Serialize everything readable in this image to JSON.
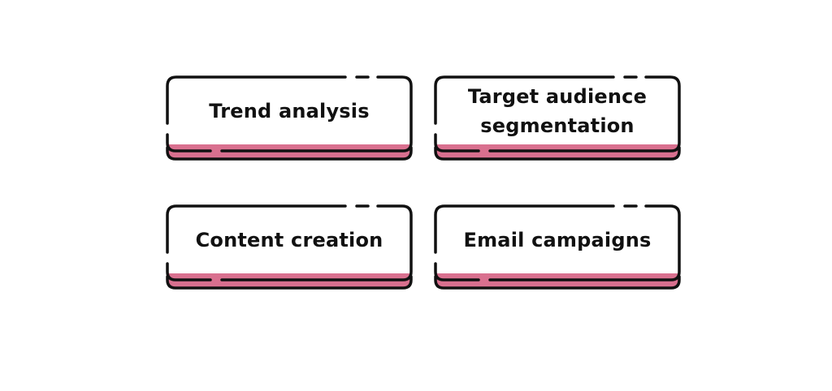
{
  "colors": {
    "outline": "#111111",
    "accent": "#d9708f",
    "background": "#ffffff",
    "text": "#111111"
  },
  "cards": [
    {
      "label": "Trend analysis"
    },
    {
      "label": "Target audience segmentation"
    },
    {
      "label": "Content creation"
    },
    {
      "label": "Email campaigns"
    }
  ]
}
